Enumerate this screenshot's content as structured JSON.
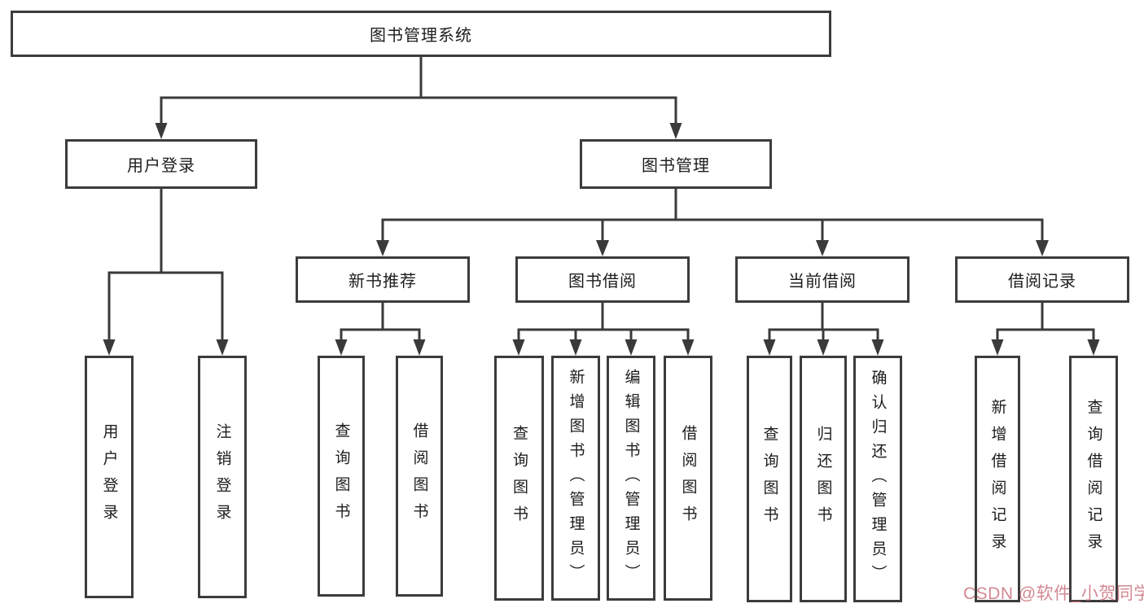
{
  "title_node": "图书管理系统",
  "branches": {
    "user_login": {
      "label": "用户登录",
      "leaves": [
        "用户登录",
        "注销登录"
      ]
    },
    "book_management": {
      "label": "图书管理",
      "sections": {
        "new_book": {
          "label": "新书推荐",
          "leaves": [
            "查询图书",
            "借阅图书"
          ]
        },
        "book_borrow": {
          "label": "图书借阅",
          "leaves": [
            "查询图书",
            "新增图书（管理员）",
            "编辑图书（管理员）",
            "借阅图书"
          ]
        },
        "current_borrow": {
          "label": "当前借阅",
          "leaves": [
            "查询图书",
            "归还图书",
            "确认归还（管理员）"
          ]
        },
        "borrow_record": {
          "label": "借阅记录",
          "leaves": [
            "新增借阅记录",
            "查询借阅记录"
          ]
        }
      }
    }
  },
  "watermark": "CSDN @软件_小贺同学",
  "colors": {
    "line": "#3a3a3a",
    "box_border": "#3c3c3c",
    "text": "#1d1d1d",
    "background": "#ffffff",
    "watermark": "#c76772"
  }
}
